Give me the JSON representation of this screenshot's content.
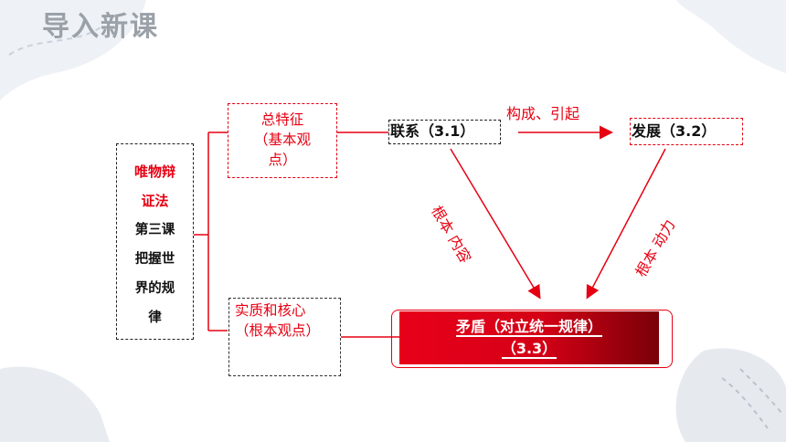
{
  "header": {
    "title": "导入新课"
  },
  "left_box": {
    "line1": "唯物辩",
    "line2": "证法",
    "line3": "第三课",
    "line4": "把握世",
    "line5": "界的规",
    "line6": "律"
  },
  "feature_box": {
    "line1": "总特征",
    "line2": "（基本观",
    "line3": "点）"
  },
  "essence_box": {
    "line1": "实质和核心",
    "line2": "（根本观点）"
  },
  "lianxi": {
    "label": "联系（3.1）"
  },
  "fazhan": {
    "label": "发展（3.2）"
  },
  "maodun": {
    "line1": "矛盾（对立统一规律）",
    "line2": "（3.3）"
  },
  "arrow_labels": {
    "goucheng": "构成、引起",
    "genben_neiyin": "根本 内容",
    "genben_dongli": "根本 动力"
  },
  "colors": {
    "accent": "#e60012",
    "title_gray": "#9aa1a8"
  }
}
